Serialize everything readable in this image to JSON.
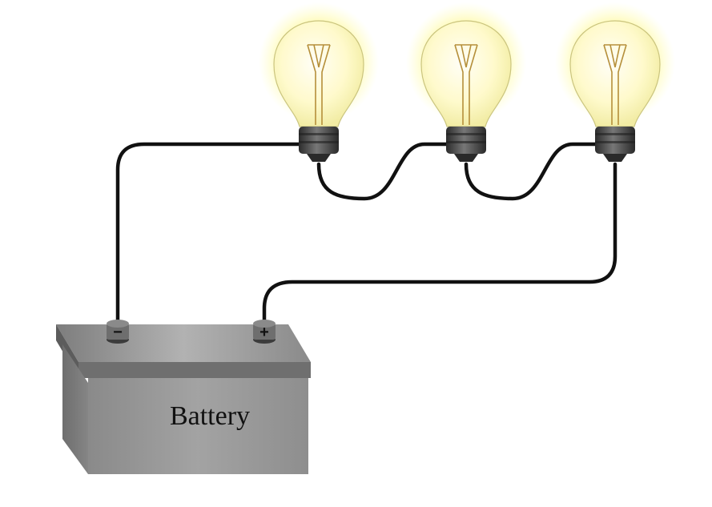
{
  "battery": {
    "label": "Battery",
    "negative_symbol": "−",
    "positive_symbol": "+"
  },
  "bulbs": [
    {
      "id": "bulb-1"
    },
    {
      "id": "bulb-2"
    },
    {
      "id": "bulb-3"
    }
  ],
  "colors": {
    "glow": "#fff25a",
    "glass": "#fff9c8",
    "filament": "#c9a64a",
    "base": "#4a4a4a",
    "wire": "#111111",
    "battery_top": "#8c8c8c",
    "battery_front": "#9a9a9a",
    "battery_side": "#7a7a7a",
    "label_text": "#111111"
  }
}
